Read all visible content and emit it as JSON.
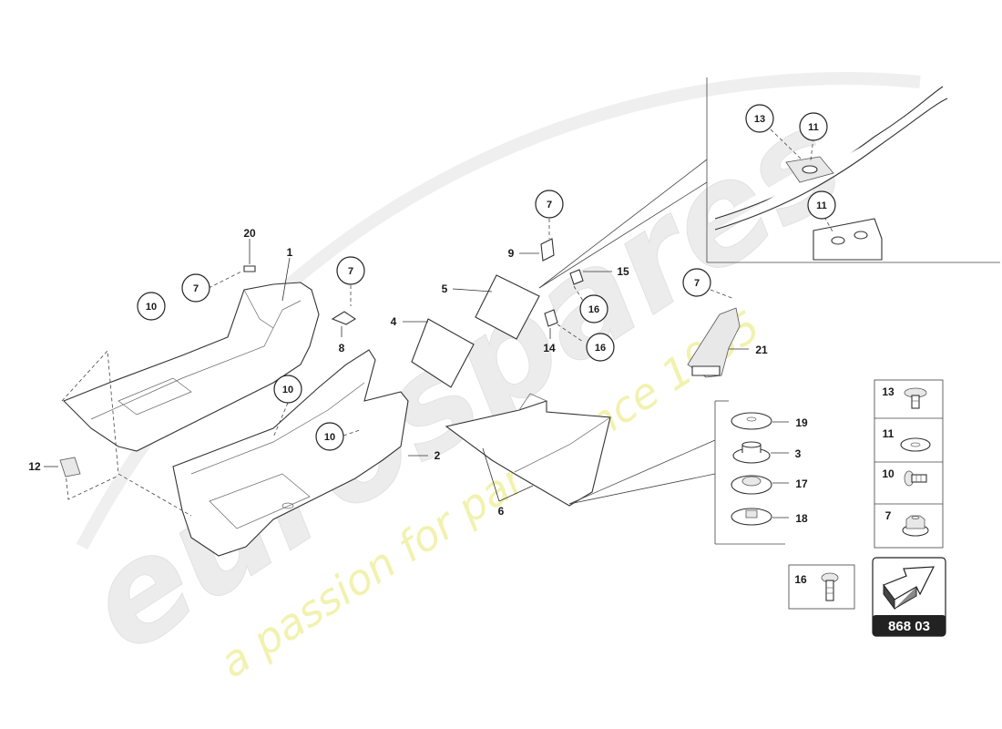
{
  "watermark": {
    "brand": "eurospares",
    "slogan": "a passion for parts since 1985"
  },
  "reference": {
    "code": "868 03"
  },
  "callouts": {
    "c1": "1",
    "c2": "2",
    "c3": "3",
    "c4": "4",
    "c5": "5",
    "c6": "6",
    "c7a": "7",
    "c7b": "7",
    "c7c": "7",
    "c7d": "7",
    "c8": "8",
    "c9": "9",
    "c10a": "10",
    "c10b": "10",
    "c10c": "10",
    "c11a": "11",
    "c11b": "11",
    "c12": "12",
    "c13": "13",
    "c14": "14",
    "c15": "15",
    "c16a": "16",
    "c16b": "16",
    "c17": "17",
    "c18": "18",
    "c19": "19",
    "c20": "20",
    "c21": "21"
  },
  "legend": {
    "r13": "13",
    "r11": "11",
    "r10": "10",
    "r7": "7",
    "r16": "16"
  },
  "colors": {
    "line": "#333333",
    "watermark_gray": "#ececec",
    "watermark_yellow": "#f2f2b0",
    "reference_box": "#222222"
  }
}
